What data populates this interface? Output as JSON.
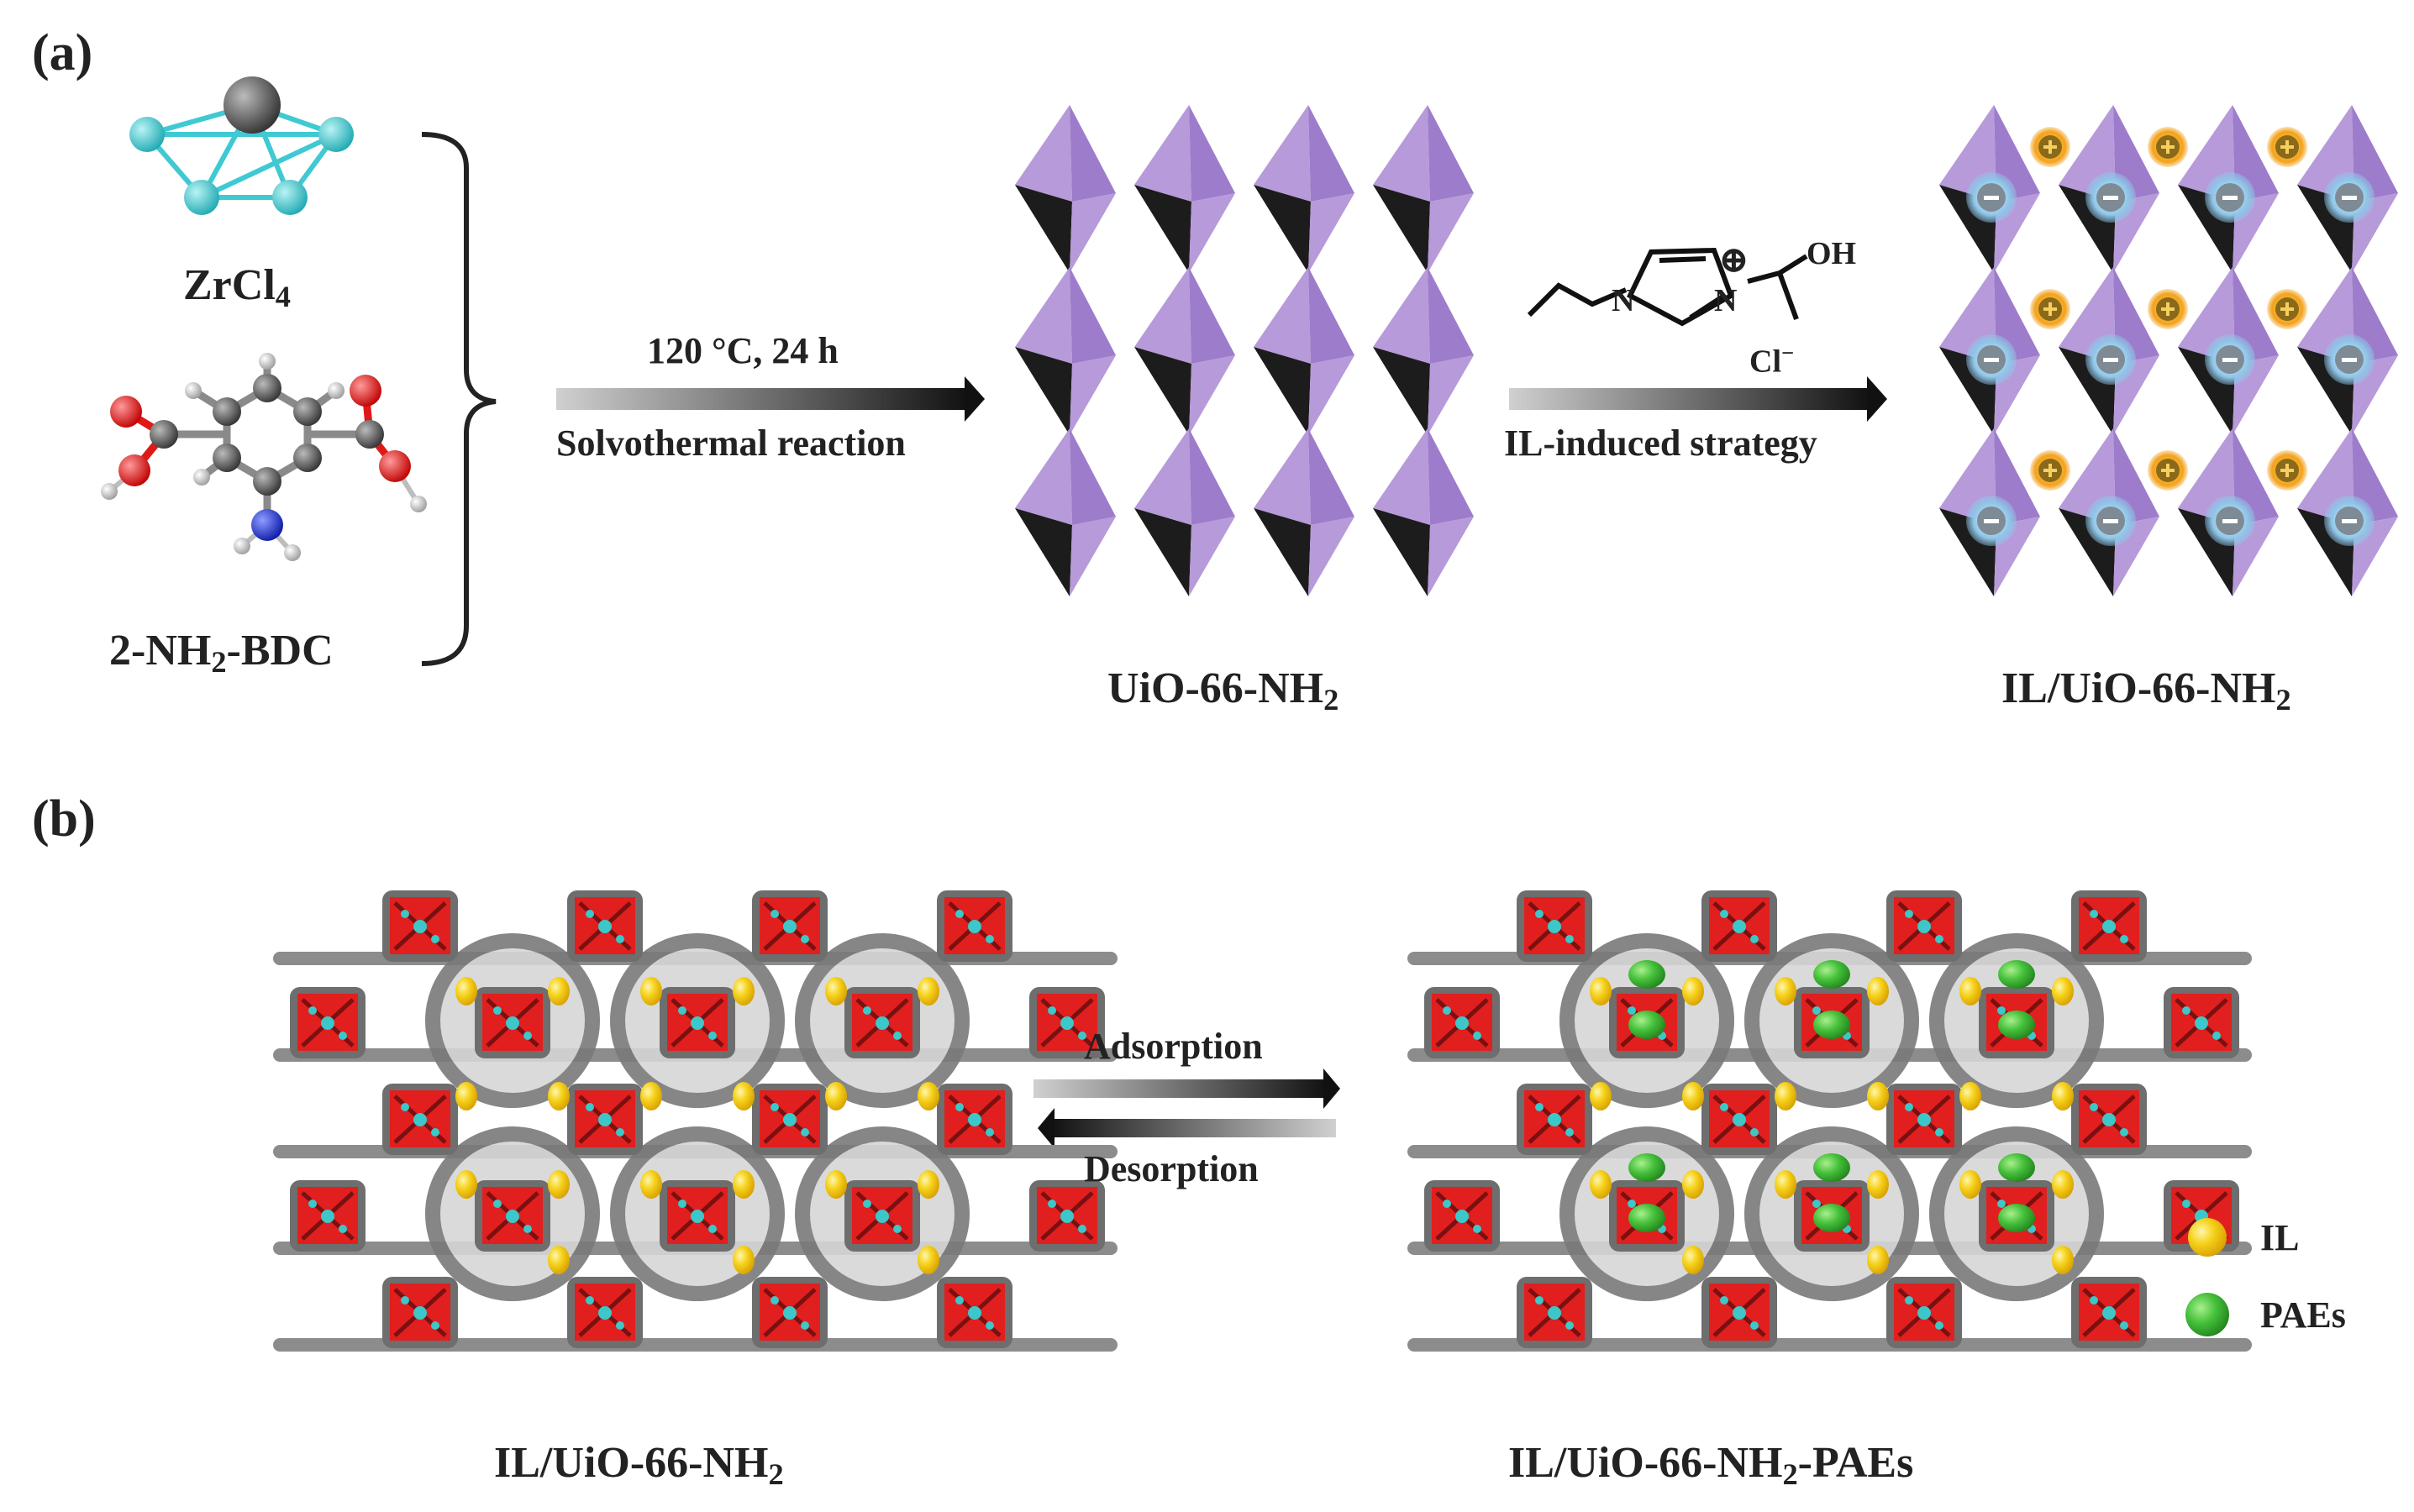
{
  "panels": {
    "a": "(a)",
    "b": "(b)"
  },
  "reactants": {
    "zr_label": "ZrCl",
    "zr_sub": "4",
    "bdc_pre": "2-NH",
    "bdc_sub": "2",
    "bdc_post": "-BDC"
  },
  "step1": {
    "condition": "120 °C, 24 h",
    "name": "Solvothermal reaction"
  },
  "step2": {
    "il_oh": "OH",
    "il_n1": "N",
    "il_n2": "N",
    "il_plus": "⊕",
    "il_cl": "Cl",
    "il_cl_charge": "−",
    "name": "IL-induced strategy"
  },
  "products": {
    "uio": "UiO-66-NH",
    "uio_sub": "2",
    "il_uio": "IL/UiO-66-NH",
    "il_uio_sub": "2"
  },
  "ion_marks": {
    "cation": "⊕",
    "anion": "⊖"
  },
  "panel_b": {
    "left_label": "IL/UiO-66-NH",
    "left_sub": "2",
    "right_label_pre": "IL/UiO-66-NH",
    "right_sub": "2",
    "right_label_post": "-PAEs",
    "forward": "Adsorption",
    "reverse": "Desorption"
  },
  "legend": [
    {
      "label": "IL",
      "color": "#f2d21a"
    },
    {
      "label": "PAEs",
      "color": "#3fb83a"
    }
  ],
  "colors": {
    "octahedron_light": "#b79ad9",
    "octahedron_mid": "#9d7ccb",
    "octahedron_dark": "#1c1c1c",
    "cation_gold": "#f3a21c",
    "anion_blue": "#8fc6e8",
    "framework_grey": "#8c8c8c",
    "framework_red": "#e11f1f",
    "framework_cyan": "#3cc7c9",
    "zr_atom": "#555555",
    "cl_atom": "#3fc9d2",
    "oxygen": "#e01818",
    "nitrogen": "#1a2bc8",
    "carbon": "#8a8a8a"
  }
}
